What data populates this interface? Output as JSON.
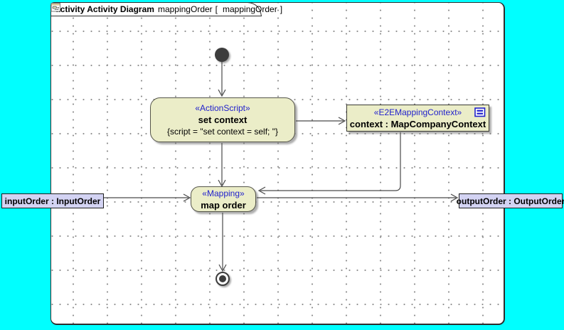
{
  "colors": {
    "background": "#00FFFF",
    "node_fill": "#EBEDC8",
    "stereotype_text": "#2121CC",
    "parameter_label_fill": "#D3D3F3",
    "edge_line": "#4A4A4A"
  },
  "tab": {
    "keyword": "activity Activity Diagram",
    "diagram_name": "mappingOrder",
    "bracket_open": "[",
    "ref_name": "mappingOrder",
    "bracket_close": "]"
  },
  "nodes": {
    "action": {
      "stereotype": "«ActionScript»",
      "name": "set context",
      "script": "{script = \"set context = self; \"}"
    },
    "context": {
      "stereotype": "«E2EMappingContext»",
      "name": "context : MapCompanyContext"
    },
    "mapping": {
      "stereotype": "«Mapping»",
      "name": "map order"
    },
    "input_param": {
      "label": "inputOrder : InputOrder"
    },
    "output_param": {
      "label": "outputOrder : OutputOrder"
    }
  }
}
